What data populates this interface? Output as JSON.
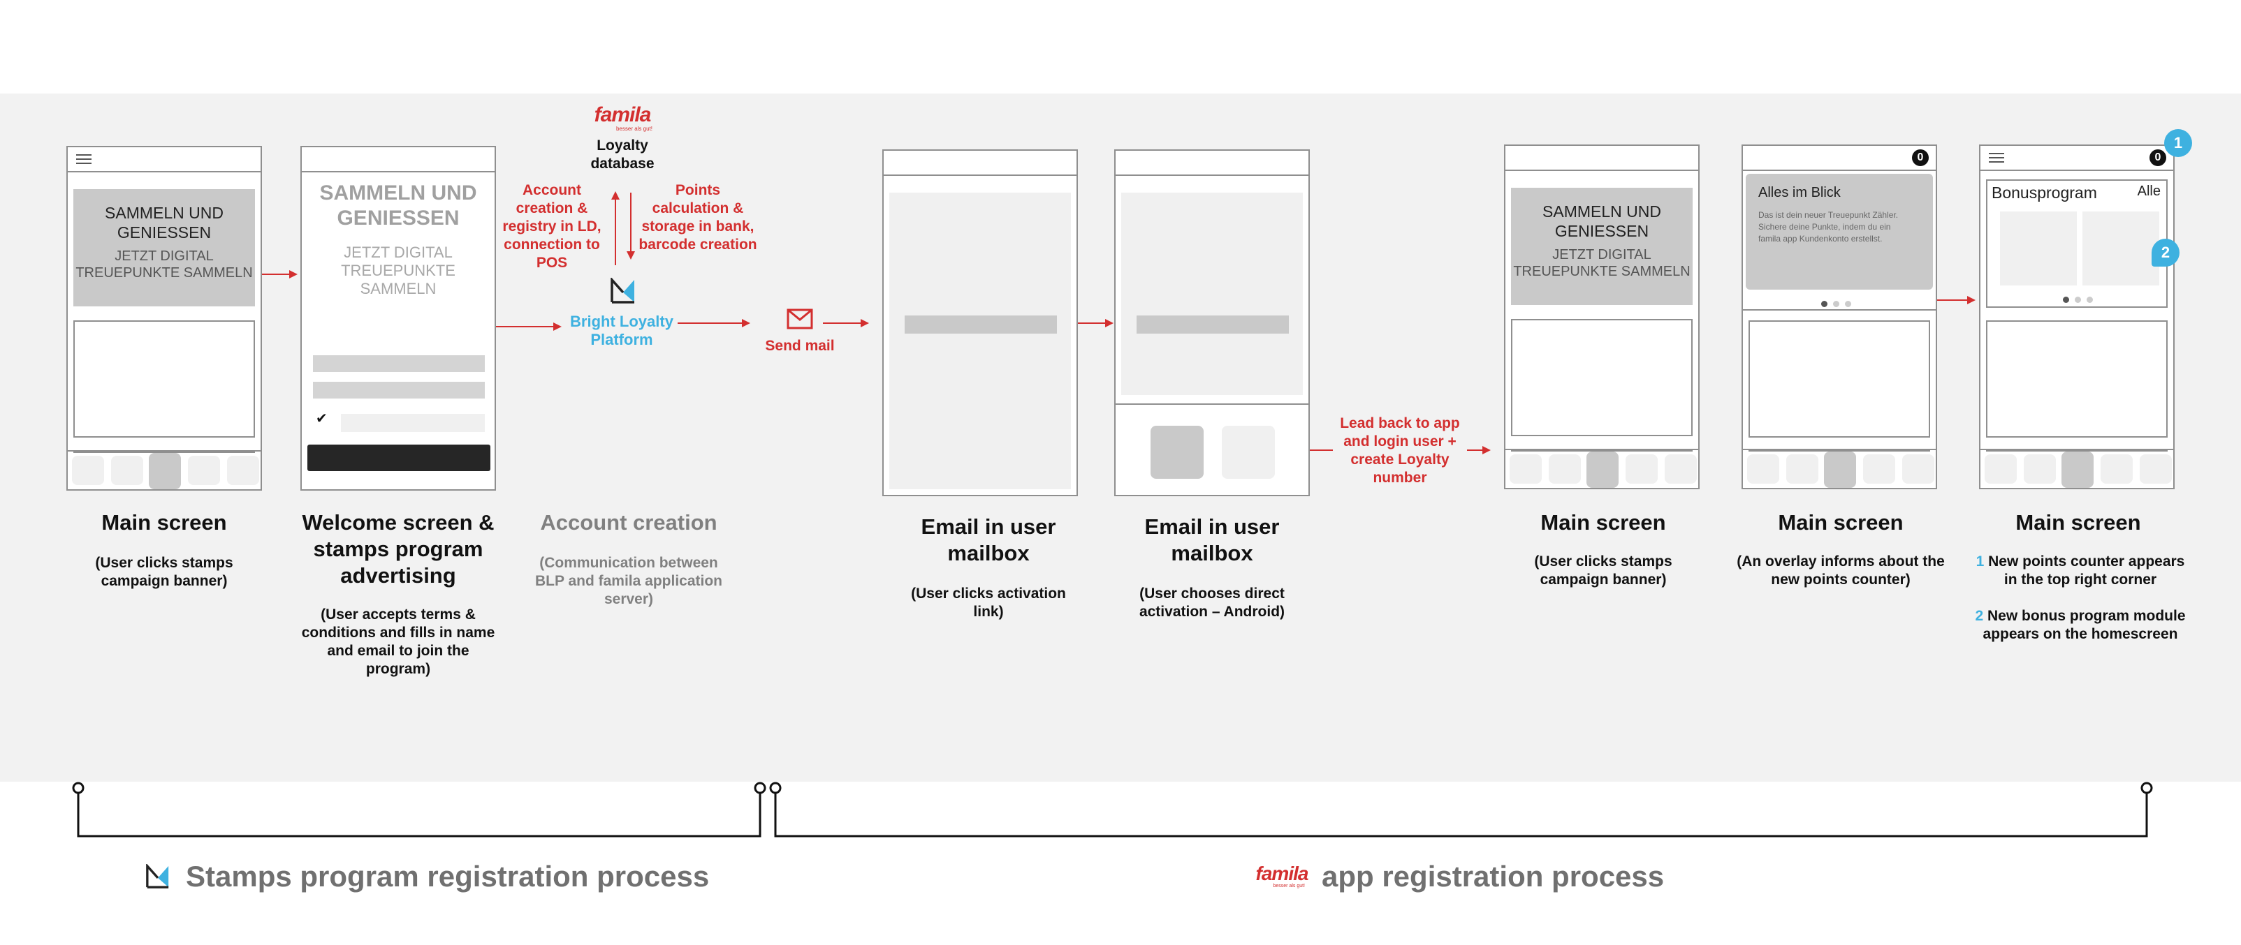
{
  "stage1": {
    "banner_head": "SAMMELN UND GENIESSEN",
    "banner_sub": "JETZT DIGITAL TREUEPUNKTE SAMMELN",
    "title": "Main screen",
    "desc": "(User clicks stamps campaign banner)"
  },
  "stage2": {
    "banner_head": "SAMMELN UND GENIESSEN",
    "banner_sub": "JETZT DIGITAL TREUEPUNKTE SAMMELN",
    "title": "Welcome screen & stamps program advertising",
    "desc": "(User accepts terms & conditions and fills in name and email to join the program)"
  },
  "stage3": {
    "famila_logo": "famila",
    "famila_tagline": "besser als gut!",
    "db_label": "Loyalty database",
    "left_note": "Account creation & registry in LD, connection to POS",
    "right_note": "Points calculation & storage in bank, barcode creation",
    "platform": "Bright Loyalty Platform",
    "send_mail": "Send mail",
    "title": "Account creation",
    "desc": "(Communication between BLP and famila application server)"
  },
  "stage4": {
    "title": "Email in user mailbox",
    "desc": "(User clicks activation link)"
  },
  "stage5": {
    "title": "Email in user mailbox",
    "desc": "(User chooses direct activation – Android)",
    "lead_note": "Lead back to app and login user + create Loyalty number"
  },
  "stage6": {
    "banner_head": "SAMMELN UND GENIESSEN",
    "banner_sub": "JETZT DIGITAL TREUEPUNKTE SAMMELN",
    "title": "Main screen",
    "desc": "(User clicks stamps campaign banner)"
  },
  "stage7": {
    "counter": "0",
    "overlay_title": "Alles im Blick",
    "overlay_body": "Das ist dein neuer Treuepunkt Zähler. Sichere deine Punkte, indem du ein famila app Kundenkonto erstellst.",
    "title": "Main screen",
    "desc": "(An overlay informs about the new points counter)"
  },
  "stage8": {
    "counter": "0",
    "module_title": "Bonusprogram",
    "module_link": "Alle",
    "bubble1": "1",
    "bubble2": "2",
    "title": "Main screen",
    "note1_num": "1",
    "note1": "New points counter appears in the top right corner",
    "note2_num": "2",
    "note2": "New bonus program module appears on the homescreen"
  },
  "footer": {
    "left_title": "Stamps program registration process",
    "right_logo": "famila",
    "right_tagline": "besser als gut!",
    "right_title": "app registration process"
  },
  "colors": {
    "accent_red": "#d32f2f",
    "accent_blue": "#3eb1e0",
    "band": "#f2f2f2"
  }
}
